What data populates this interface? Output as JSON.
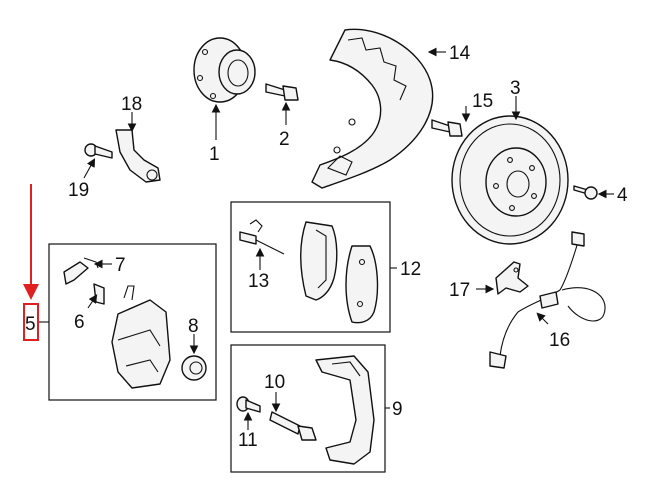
{
  "callouts": {
    "c1": "1",
    "c2": "2",
    "c3": "3",
    "c4": "4",
    "c5": "5",
    "c6": "6",
    "c7": "7",
    "c8": "8",
    "c9": "9",
    "c10": "10",
    "c11": "11",
    "c12": "12",
    "c13": "13",
    "c14": "14",
    "c15": "15",
    "c16": "16",
    "c17": "17",
    "c18": "18",
    "c19": "19"
  },
  "highlight": {
    "color": "#e02020",
    "target": "5"
  },
  "line_color": "#111111"
}
